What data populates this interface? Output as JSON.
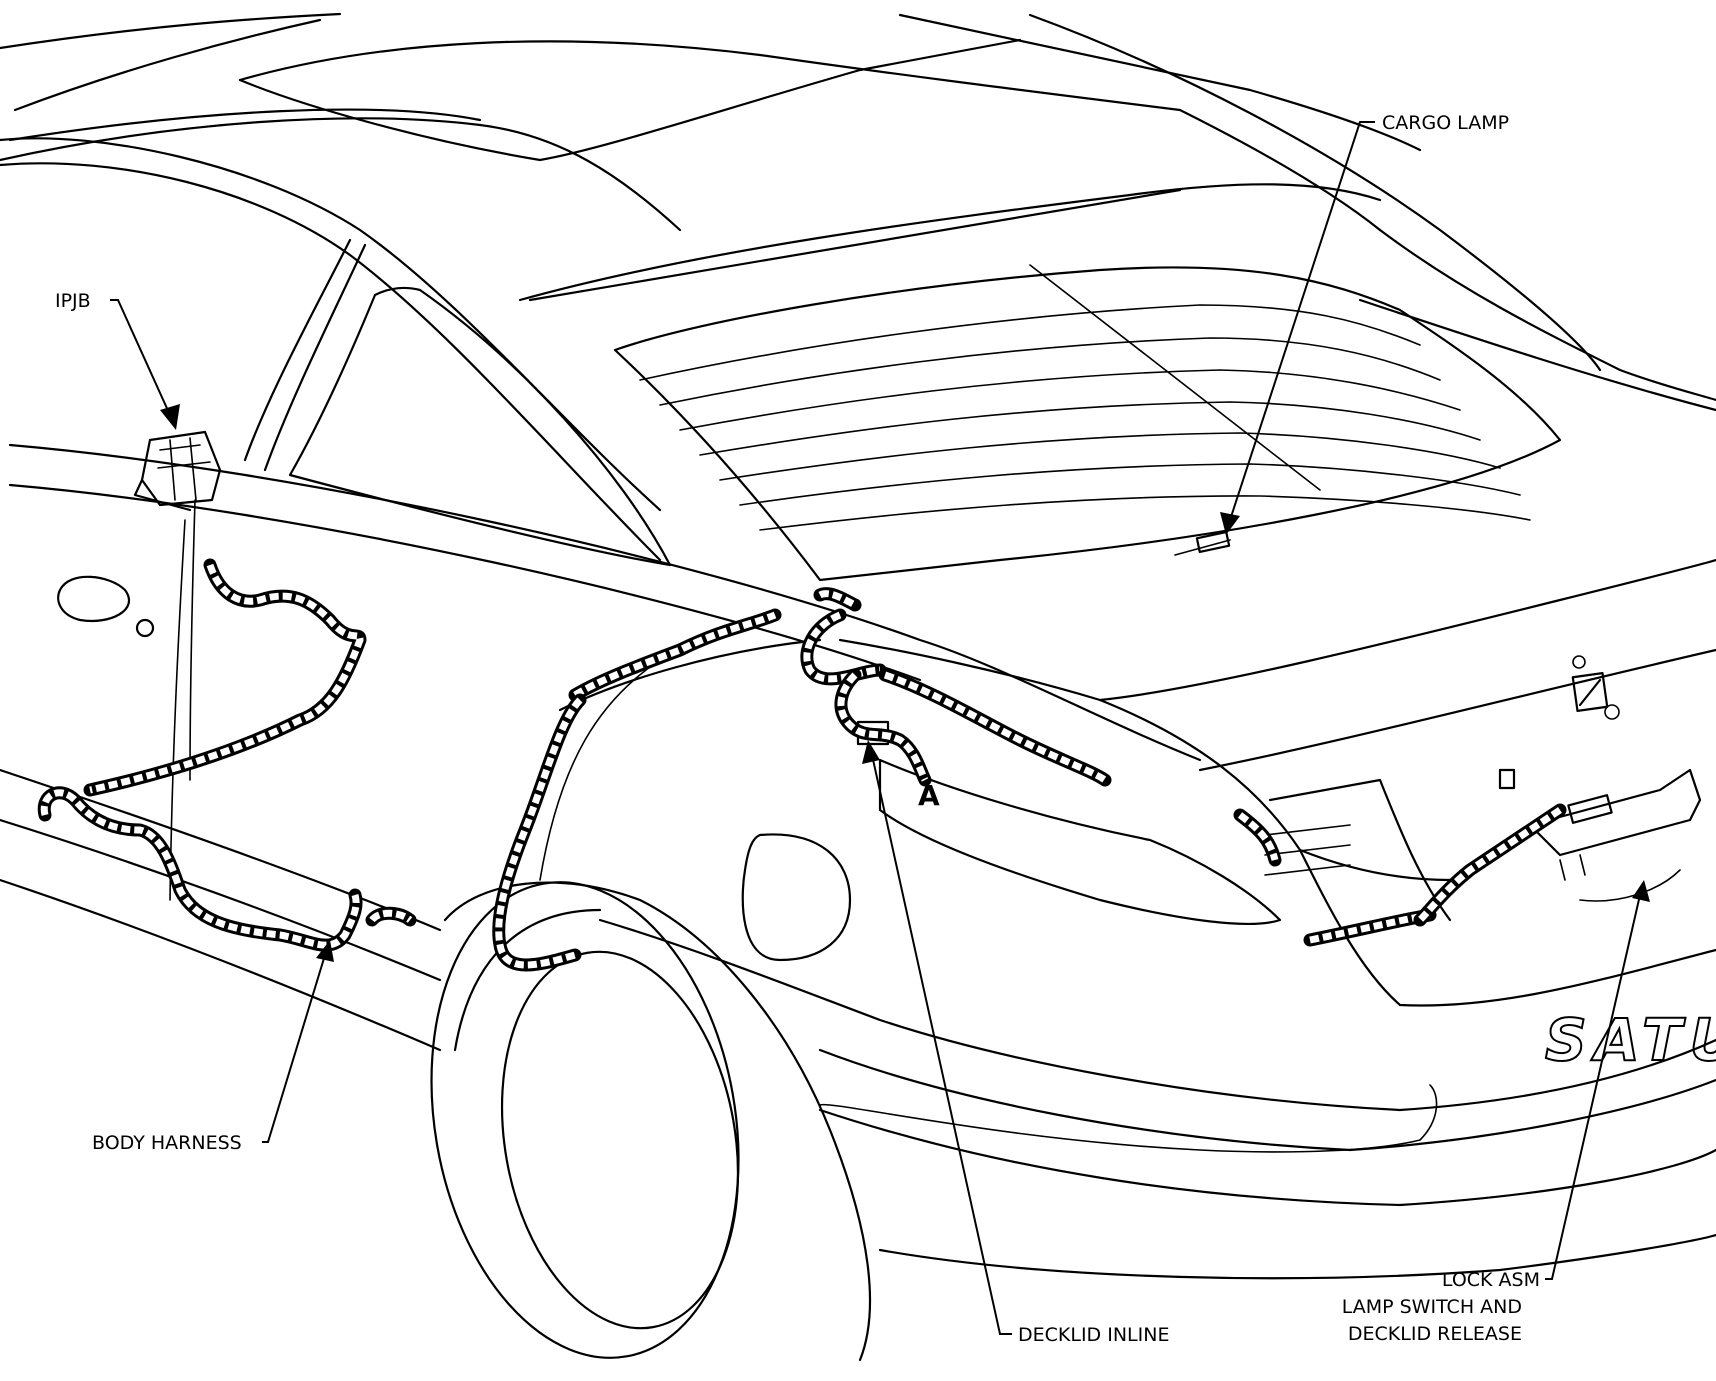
{
  "callouts": {
    "ipjb": "IPJB",
    "cargo_lamp": "CARGO LAMP",
    "body_harness": "BODY HARNESS",
    "decklid_inline": "DECKLID INLINE",
    "lock_asm_line1": "LOCK ASM",
    "lock_asm_line2": "LAMP SWITCH AND",
    "lock_asm_line3": "DECKLID RELEASE"
  },
  "markings": {
    "connector_letter": "A",
    "badge_text": "SATU"
  }
}
